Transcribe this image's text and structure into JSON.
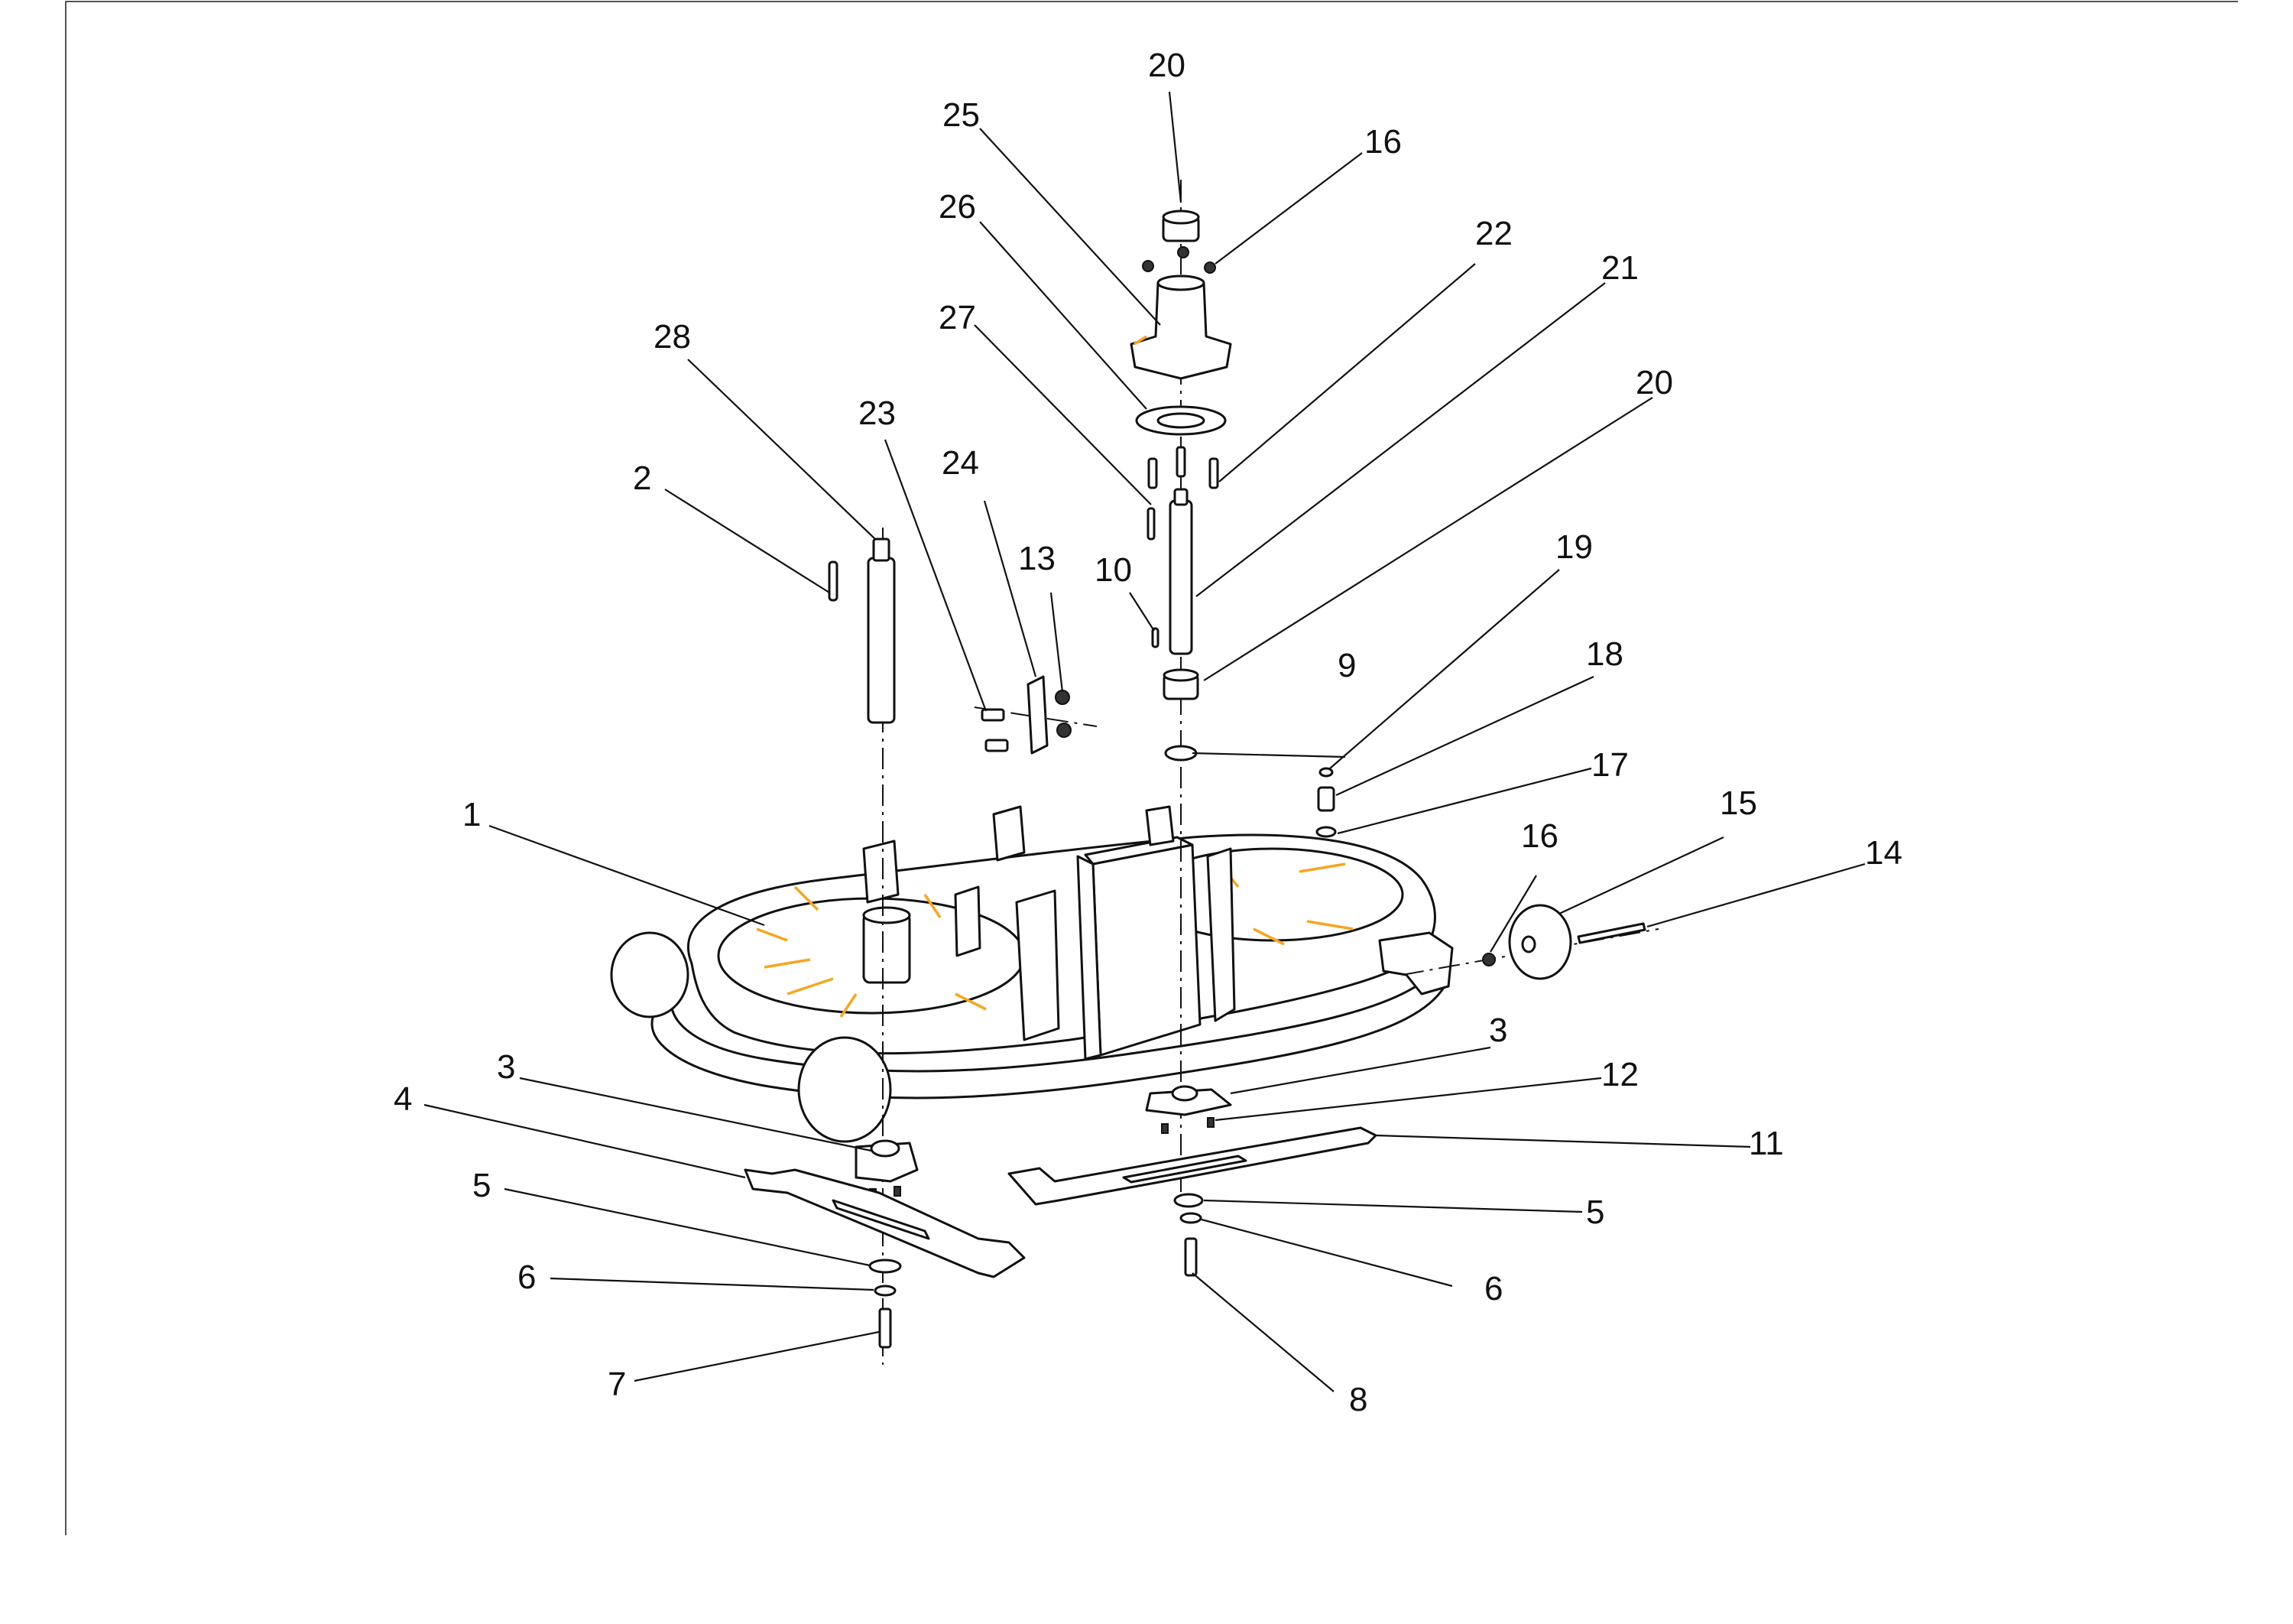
{
  "callouts": [
    {
      "id": "c20a",
      "text": "20"
    },
    {
      "id": "c16a",
      "text": "16"
    },
    {
      "id": "c25",
      "text": "25"
    },
    {
      "id": "c26",
      "text": "26"
    },
    {
      "id": "c22",
      "text": "22"
    },
    {
      "id": "c21",
      "text": "21"
    },
    {
      "id": "c27",
      "text": "27"
    },
    {
      "id": "c20b",
      "text": "20"
    },
    {
      "id": "c28",
      "text": "28"
    },
    {
      "id": "c23",
      "text": "23"
    },
    {
      "id": "c24",
      "text": "24"
    },
    {
      "id": "c13",
      "text": "13"
    },
    {
      "id": "c2",
      "text": "2"
    },
    {
      "id": "c10",
      "text": "10"
    },
    {
      "id": "c19",
      "text": "19"
    },
    {
      "id": "c9",
      "text": "9"
    },
    {
      "id": "c18",
      "text": "18"
    },
    {
      "id": "c17",
      "text": "17"
    },
    {
      "id": "c1",
      "text": "1"
    },
    {
      "id": "c15",
      "text": "15"
    },
    {
      "id": "c16b",
      "text": "16"
    },
    {
      "id": "c14",
      "text": "14"
    },
    {
      "id": "c3a",
      "text": "3"
    },
    {
      "id": "c3b",
      "text": "3"
    },
    {
      "id": "c12",
      "text": "12"
    },
    {
      "id": "c4",
      "text": "4"
    },
    {
      "id": "c11",
      "text": "11"
    },
    {
      "id": "c5a",
      "text": "5"
    },
    {
      "id": "c5b",
      "text": "5"
    },
    {
      "id": "c6a",
      "text": "6"
    },
    {
      "id": "c6b",
      "text": "6"
    },
    {
      "id": "c7",
      "text": "7"
    },
    {
      "id": "c8",
      "text": "8"
    }
  ],
  "colors": {
    "line": "#111111",
    "rib_accent": "#f5a623",
    "background": "#ffffff"
  }
}
